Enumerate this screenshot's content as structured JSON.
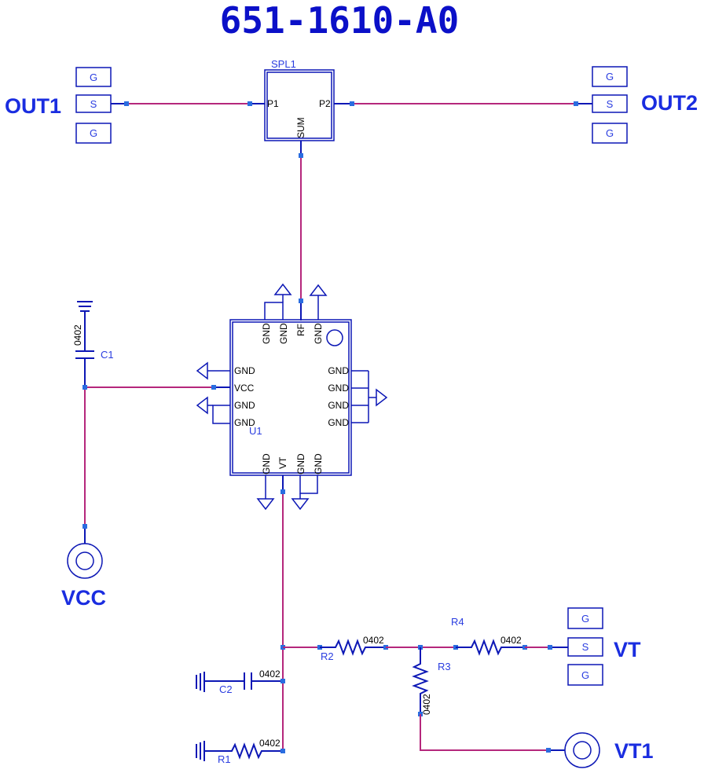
{
  "title": "651-1610-A0",
  "ports": {
    "out1": "OUT1",
    "out2": "OUT2",
    "vcc": "VCC",
    "vt": "VT",
    "vt1": "VT1"
  },
  "pads": {
    "ground": "G",
    "signal": "S"
  },
  "splitter": {
    "ref": "SPL1",
    "p1": "P1",
    "p2": "P2",
    "sum": "SUM"
  },
  "u1": {
    "ref": "U1",
    "gnd": "GND",
    "rf": "RF",
    "vcc": "VCC",
    "vt": "VT"
  },
  "components": {
    "c1": "C1",
    "c2": "C2",
    "r1": "R1",
    "r2": "R2",
    "r3": "R3",
    "r4": "R4",
    "package": "0402"
  },
  "colors": {
    "net_wire": "#b5277c",
    "component": "#0c17b5",
    "label": "#1a2de0"
  }
}
